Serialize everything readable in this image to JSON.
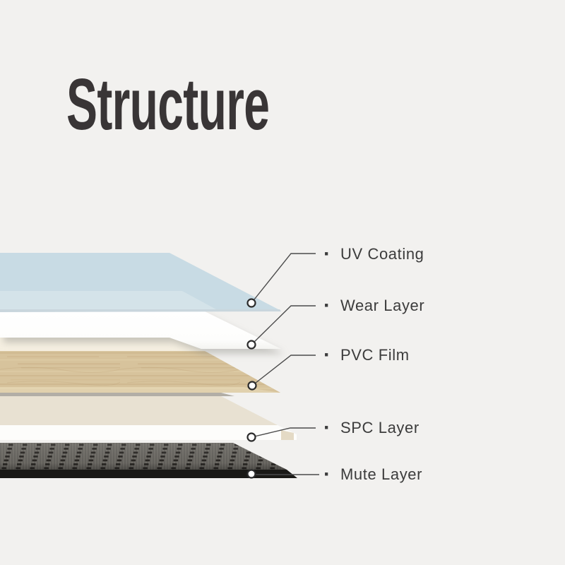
{
  "page": {
    "background_color": "#f2f1ef"
  },
  "title": "Structure",
  "bullet": "·",
  "diagram": {
    "title_color": "#393536",
    "label_color": "#3c3c3c",
    "connector": {
      "line_color": "#4b4b4b",
      "marker_fill": "#ffffff",
      "marker_stroke": "#2b2b2b"
    },
    "callouts": [
      {
        "id": "uv-coating",
        "label": "UV Coating",
        "color": "#c8dbe4"
      },
      {
        "id": "wear-layer",
        "label": "Wear Layer",
        "color": "#ffffff"
      },
      {
        "id": "pvc-film",
        "label": "PVC Film",
        "color": "#d8c49e",
        "surface_color": "#f5efe1"
      },
      {
        "id": "spc-layer",
        "label": "SPC Layer",
        "color": "#e8e1d2"
      },
      {
        "id": "mute-layer",
        "label": "Mute Layer",
        "color": "#6d6a65"
      }
    ]
  }
}
